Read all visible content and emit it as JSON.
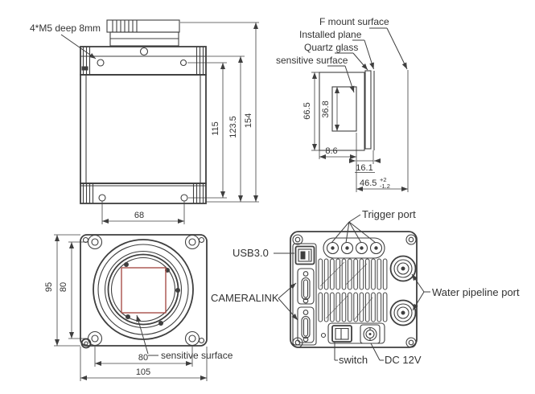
{
  "colors": {
    "line": "#3f3f3f",
    "text": "#333333",
    "sensitive_surface_red": "#a8504a",
    "background": "#ffffff"
  },
  "side_view": {
    "thread_label": "4*M5 deep 8mm",
    "dim_hole_span": "115",
    "dim_body_height": "123.5",
    "dim_total_height": "154",
    "dim_foot_hole_span": "68"
  },
  "section_view": {
    "label_f_mount": "F mount surface",
    "label_installed_plane": "Installed plane",
    "label_quartz_glass": "Quartz glass",
    "label_sensitive_surface": "sensitive surface",
    "dim_module_height": "66.5",
    "dim_sensor_height": "36.8",
    "dim_sensor_offset": "8.6",
    "dim_mount_depth": "16.1",
    "dim_flange_distance": "46.5",
    "tolerance_plus": "+2",
    "tolerance_minus": "-1.2"
  },
  "front_view": {
    "label_sensitive_surface": "sensitive surface",
    "dim_height": "95",
    "dim_hole_span_vertical": "80",
    "dim_hole_span_horizontal": "80",
    "dim_width": "105"
  },
  "rear_view": {
    "label_trigger_port": "Trigger port",
    "label_usb": "USB3.0",
    "label_cameralink": "CAMERALINK",
    "label_water_port": "Water pipeline port",
    "label_switch": "switch",
    "label_dc": "DC 12V"
  }
}
